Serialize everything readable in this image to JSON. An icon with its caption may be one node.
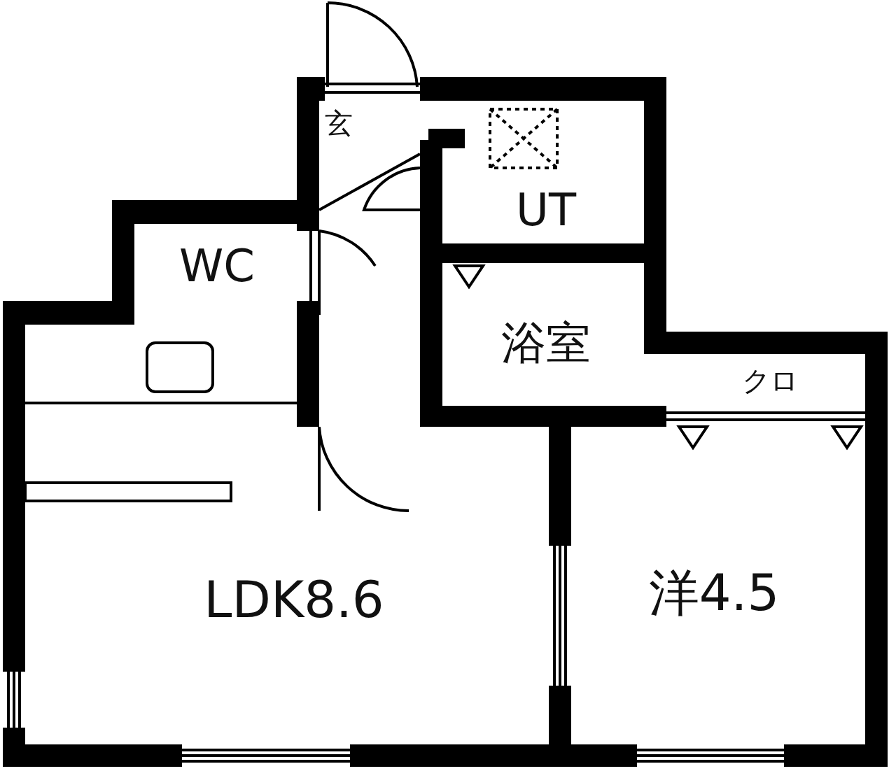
{
  "diagram": {
    "nodes": [
      {
        "text": [
          "玄"
        ]
      },
      {
        "text": [
          "UT"
        ]
      },
      {
        "text": [
          "WC"
        ]
      },
      {
        "text": [
          "浴室"
        ]
      },
      {
        "text": [
          "クロ"
        ]
      },
      {
        "text": [
          "LDK8.6"
        ]
      },
      {
        "text": [
          "洋4.5"
        ]
      }
    ]
  }
}
